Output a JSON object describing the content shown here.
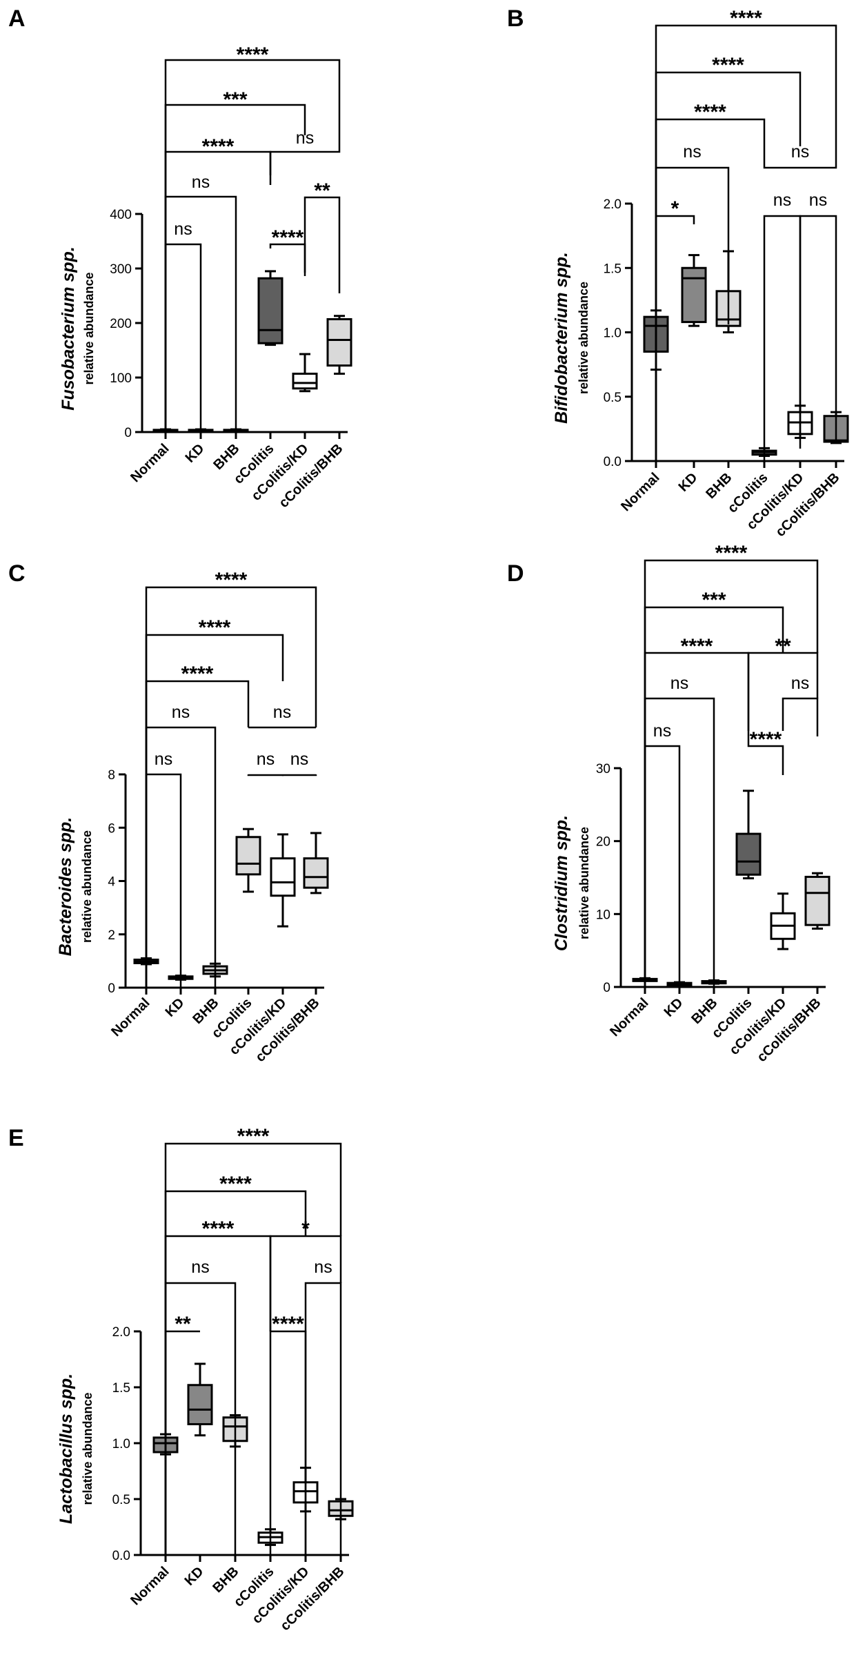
{
  "figure": {
    "categories": [
      "Normal",
      "KD",
      "BHB",
      "cColitis",
      "cColitis/KD",
      "cColitis/BHB"
    ],
    "box_colors": [
      "#5f5f5f",
      "#878787",
      "#d9d9d9",
      "#ffffff"
    ],
    "ylabel_sub": "relative abundance"
  },
  "chart_data": [
    {
      "panel": "A",
      "type": "box",
      "ylabel": "Fusobacterium spp.",
      "ylabel_sub": "relative abundance",
      "categories": [
        "Normal",
        "KD",
        "BHB",
        "cColitis",
        "cColitis/KD",
        "cColitis/BHB"
      ],
      "ylim": [
        0,
        400
      ],
      "yticks": [
        0,
        100,
        200,
        300,
        400
      ],
      "ytick_labels": [
        "0",
        "100",
        "200",
        "300",
        "400"
      ],
      "grid": false,
      "boxes": [
        {
          "category": "Normal",
          "min": 2,
          "q1": 2,
          "median": 3,
          "q3": 4,
          "max": 5,
          "fill": "#ffffff"
        },
        {
          "category": "KD",
          "min": 2,
          "q1": 2,
          "median": 3,
          "q3": 4,
          "max": 5,
          "fill": "#ffffff"
        },
        {
          "category": "BHB",
          "min": 2,
          "q1": 2,
          "median": 3,
          "q3": 4,
          "max": 5,
          "fill": "#ffffff"
        },
        {
          "category": "cColitis",
          "min": 160,
          "q1": 163,
          "median": 187,
          "q3": 282,
          "max": 295,
          "fill": "#5f5f5f"
        },
        {
          "category": "cColitis/KD",
          "min": 75,
          "q1": 80,
          "median": 90,
          "q3": 107,
          "max": 143,
          "fill": "#ffffff"
        },
        {
          "category": "cColitis/BHB",
          "min": 107,
          "q1": 122,
          "median": 169,
          "q3": 207,
          "max": 213,
          "fill": "#d9d9d9"
        }
      ],
      "comparisons": [
        {
          "from": "Normal",
          "to": "KD",
          "label": "ns",
          "level": 1
        },
        {
          "from": "Normal",
          "to": "BHB",
          "label": "ns",
          "level": 3
        },
        {
          "from": "Normal",
          "to": "cColitis",
          "label": "****",
          "level": 4
        },
        {
          "from": "Normal",
          "to": "cColitis/KD",
          "label": "***",
          "level": 5
        },
        {
          "from": "Normal",
          "to": "cColitis/BHB",
          "label": "****",
          "level": 6
        },
        {
          "from": "cColitis",
          "to": "cColitis/KD",
          "label": "****",
          "level": 1
        },
        {
          "from": "cColitis/KD",
          "to": "cColitis/BHB",
          "label": "**",
          "level": 2
        },
        {
          "from": "cColitis",
          "to": "cColitis/BHB",
          "label": "ns",
          "level": 4
        }
      ]
    },
    {
      "panel": "B",
      "type": "box",
      "ylabel": "Bifidobacterium spp.",
      "ylabel_sub": "relative abundance",
      "categories": [
        "Normal",
        "KD",
        "BHB",
        "cColitis",
        "cColitis/KD",
        "cColitis/BHB"
      ],
      "ylim": [
        0,
        2.0
      ],
      "yticks": [
        0,
        0.5,
        1.0,
        1.5,
        2.0
      ],
      "ytick_labels": [
        "0.0",
        "0.5",
        "1.0",
        "1.5",
        "2.0"
      ],
      "grid": false,
      "boxes": [
        {
          "category": "Normal",
          "min": 0.71,
          "q1": 0.85,
          "median": 1.05,
          "q3": 1.12,
          "max": 1.17,
          "fill": "#5f5f5f"
        },
        {
          "category": "KD",
          "min": 1.05,
          "q1": 1.08,
          "median": 1.42,
          "q3": 1.5,
          "max": 1.6,
          "fill": "#878787"
        },
        {
          "category": "BHB",
          "min": 1.0,
          "q1": 1.05,
          "median": 1.1,
          "q3": 1.32,
          "max": 1.63,
          "fill": "#d9d9d9"
        },
        {
          "category": "cColitis",
          "min": 0.04,
          "q1": 0.05,
          "median": 0.07,
          "q3": 0.08,
          "max": 0.1,
          "fill": "#5f5f5f"
        },
        {
          "category": "cColitis/KD",
          "min": 0.18,
          "q1": 0.21,
          "median": 0.3,
          "q3": 0.38,
          "max": 0.43,
          "fill": "#ffffff"
        },
        {
          "category": "cColitis/BHB",
          "min": 0.14,
          "q1": 0.15,
          "median": 0.16,
          "q3": 0.35,
          "max": 0.38,
          "fill": "#878787"
        }
      ],
      "comparisons": [
        {
          "from": "Normal",
          "to": "KD",
          "label": "*",
          "level": 1
        },
        {
          "from": "Normal",
          "to": "BHB",
          "label": "ns",
          "level": 2
        },
        {
          "from": "Normal",
          "to": "cColitis",
          "label": "****",
          "level": 3
        },
        {
          "from": "Normal",
          "to": "cColitis/KD",
          "label": "****",
          "level": 4
        },
        {
          "from": "Normal",
          "to": "cColitis/BHB",
          "label": "****",
          "level": 5
        },
        {
          "from": "cColitis",
          "to": "cColitis/KD",
          "label": "ns",
          "level": 1
        },
        {
          "from": "cColitis/KD",
          "to": "cColitis/BHB",
          "label": "ns",
          "level": 1
        },
        {
          "from": "cColitis",
          "to": "cColitis/BHB",
          "label": "ns",
          "level": 2
        }
      ]
    },
    {
      "panel": "C",
      "type": "box",
      "ylabel": "Bacteroides spp.",
      "ylabel_sub": "relative abundance",
      "categories": [
        "Normal",
        "KD",
        "BHB",
        "cColitis",
        "cColitis/KD",
        "cColitis/BHB"
      ],
      "ylim": [
        0,
        8
      ],
      "yticks": [
        0,
        2,
        4,
        6,
        8
      ],
      "ytick_labels": [
        "0",
        "2",
        "4",
        "6",
        "8"
      ],
      "grid": false,
      "boxes": [
        {
          "category": "Normal",
          "min": 0.88,
          "q1": 0.92,
          "median": 0.98,
          "q3": 1.05,
          "max": 1.1,
          "fill": "#ffffff"
        },
        {
          "category": "KD",
          "min": 0.3,
          "q1": 0.33,
          "median": 0.38,
          "q3": 0.42,
          "max": 0.45,
          "fill": "#ffffff"
        },
        {
          "category": "BHB",
          "min": 0.42,
          "q1": 0.52,
          "median": 0.65,
          "q3": 0.8,
          "max": 0.9,
          "fill": "#d9d9d9"
        },
        {
          "category": "cColitis",
          "min": 3.6,
          "q1": 4.25,
          "median": 4.65,
          "q3": 5.65,
          "max": 5.95,
          "fill": "#d9d9d9"
        },
        {
          "category": "cColitis/KD",
          "min": 2.3,
          "q1": 3.45,
          "median": 3.95,
          "q3": 4.85,
          "max": 5.75,
          "fill": "#ffffff"
        },
        {
          "category": "cColitis/BHB",
          "min": 3.55,
          "q1": 3.75,
          "median": 4.15,
          "q3": 4.85,
          "max": 5.8,
          "fill": "#d9d9d9"
        }
      ],
      "comparisons": [
        {
          "from": "Normal",
          "to": "KD",
          "label": "ns",
          "level": 1
        },
        {
          "from": "Normal",
          "to": "BHB",
          "label": "ns",
          "level": 2
        },
        {
          "from": "Normal",
          "to": "cColitis",
          "label": "****",
          "level": 3
        },
        {
          "from": "Normal",
          "to": "cColitis/KD",
          "label": "****",
          "level": 4
        },
        {
          "from": "Normal",
          "to": "cColitis/BHB",
          "label": "****",
          "level": 5
        },
        {
          "from": "cColitis",
          "to": "cColitis/KD",
          "label": "ns",
          "level": 1
        },
        {
          "from": "cColitis/KD",
          "to": "cColitis/BHB",
          "label": "ns",
          "level": 1
        },
        {
          "from": "cColitis",
          "to": "cColitis/BHB",
          "label": "ns",
          "level": 2
        }
      ]
    },
    {
      "panel": "D",
      "type": "box",
      "ylabel": "Clostridium spp.",
      "ylabel_sub": "relative abundance",
      "categories": [
        "Normal",
        "KD",
        "BHB",
        "cColitis",
        "cColitis/KD",
        "cColitis/BHB"
      ],
      "ylim": [
        0,
        30
      ],
      "yticks": [
        0,
        10,
        20,
        30
      ],
      "ytick_labels": [
        "0",
        "10",
        "20",
        "30"
      ],
      "grid": false,
      "boxes": [
        {
          "category": "Normal",
          "min": 0.9,
          "q1": 0.95,
          "median": 1.0,
          "q3": 1.1,
          "max": 1.2,
          "fill": "#ffffff"
        },
        {
          "category": "KD",
          "min": 0.3,
          "q1": 0.35,
          "median": 0.45,
          "q3": 0.55,
          "max": 0.65,
          "fill": "#ffffff"
        },
        {
          "category": "BHB",
          "min": 0.45,
          "q1": 0.5,
          "median": 0.65,
          "q3": 0.8,
          "max": 0.9,
          "fill": "#ffffff"
        },
        {
          "category": "cColitis",
          "min": 14.9,
          "q1": 15.4,
          "median": 17.2,
          "q3": 21.0,
          "max": 26.9,
          "fill": "#5f5f5f"
        },
        {
          "category": "cColitis/KD",
          "min": 5.2,
          "q1": 6.6,
          "median": 8.4,
          "q3": 10.1,
          "max": 12.8,
          "fill": "#ffffff"
        },
        {
          "category": "cColitis/BHB",
          "min": 8.0,
          "q1": 8.5,
          "median": 12.9,
          "q3": 15.1,
          "max": 15.6,
          "fill": "#d9d9d9"
        }
      ],
      "comparisons": [
        {
          "from": "Normal",
          "to": "KD",
          "label": "ns",
          "level": 1
        },
        {
          "from": "Normal",
          "to": "BHB",
          "label": "ns",
          "level": 2
        },
        {
          "from": "Normal",
          "to": "cColitis",
          "label": "****",
          "level": 3
        },
        {
          "from": "Normal",
          "to": "cColitis/KD",
          "label": "***",
          "level": 4
        },
        {
          "from": "Normal",
          "to": "cColitis/BHB",
          "label": "****",
          "level": 5
        },
        {
          "from": "cColitis",
          "to": "cColitis/KD",
          "label": "****",
          "level": 1
        },
        {
          "from": "cColitis/KD",
          "to": "cColitis/BHB",
          "label": "ns",
          "level": 2
        },
        {
          "from": "cColitis",
          "to": "cColitis/BHB",
          "label": "**",
          "level": 3
        }
      ]
    },
    {
      "panel": "E",
      "type": "box",
      "ylabel": "Lactobacillus spp.",
      "ylabel_sub": "relative abundance",
      "categories": [
        "Normal",
        "KD",
        "BHB",
        "cColitis",
        "cColitis/KD",
        "cColitis/BHB"
      ],
      "ylim": [
        0,
        2.0
      ],
      "yticks": [
        0,
        0.5,
        1.0,
        1.5,
        2.0
      ],
      "ytick_labels": [
        "0.0",
        "0.5",
        "1.0",
        "1.5",
        "2.0"
      ],
      "grid": false,
      "boxes": [
        {
          "category": "Normal",
          "min": 0.9,
          "q1": 0.92,
          "median": 1.0,
          "q3": 1.05,
          "max": 1.08,
          "fill": "#878787"
        },
        {
          "category": "KD",
          "min": 1.07,
          "q1": 1.17,
          "median": 1.3,
          "q3": 1.52,
          "max": 1.71,
          "fill": "#878787"
        },
        {
          "category": "BHB",
          "min": 0.97,
          "q1": 1.02,
          "median": 1.15,
          "q3": 1.23,
          "max": 1.25,
          "fill": "#d9d9d9"
        },
        {
          "category": "cColitis",
          "min": 0.09,
          "q1": 0.11,
          "median": 0.16,
          "q3": 0.2,
          "max": 0.23,
          "fill": "#ffffff"
        },
        {
          "category": "cColitis/KD",
          "min": 0.39,
          "q1": 0.47,
          "median": 0.57,
          "q3": 0.65,
          "max": 0.78,
          "fill": "#ffffff"
        },
        {
          "category": "cColitis/BHB",
          "min": 0.32,
          "q1": 0.35,
          "median": 0.4,
          "q3": 0.48,
          "max": 0.5,
          "fill": "#d9d9d9"
        }
      ],
      "comparisons": [
        {
          "from": "Normal",
          "to": "KD",
          "label": "**",
          "level": 1
        },
        {
          "from": "Normal",
          "to": "BHB",
          "label": "ns",
          "level": 2
        },
        {
          "from": "Normal",
          "to": "cColitis",
          "label": "****",
          "level": 3
        },
        {
          "from": "Normal",
          "to": "cColitis/KD",
          "label": "****",
          "level": 4
        },
        {
          "from": "Normal",
          "to": "cColitis/BHB",
          "label": "****",
          "level": 5
        },
        {
          "from": "cColitis",
          "to": "cColitis/KD",
          "label": "****",
          "level": 1
        },
        {
          "from": "cColitis/KD",
          "to": "cColitis/BHB",
          "label": "ns",
          "level": 2
        },
        {
          "from": "cColitis",
          "to": "cColitis/BHB",
          "label": "*",
          "level": 3
        }
      ]
    }
  ]
}
